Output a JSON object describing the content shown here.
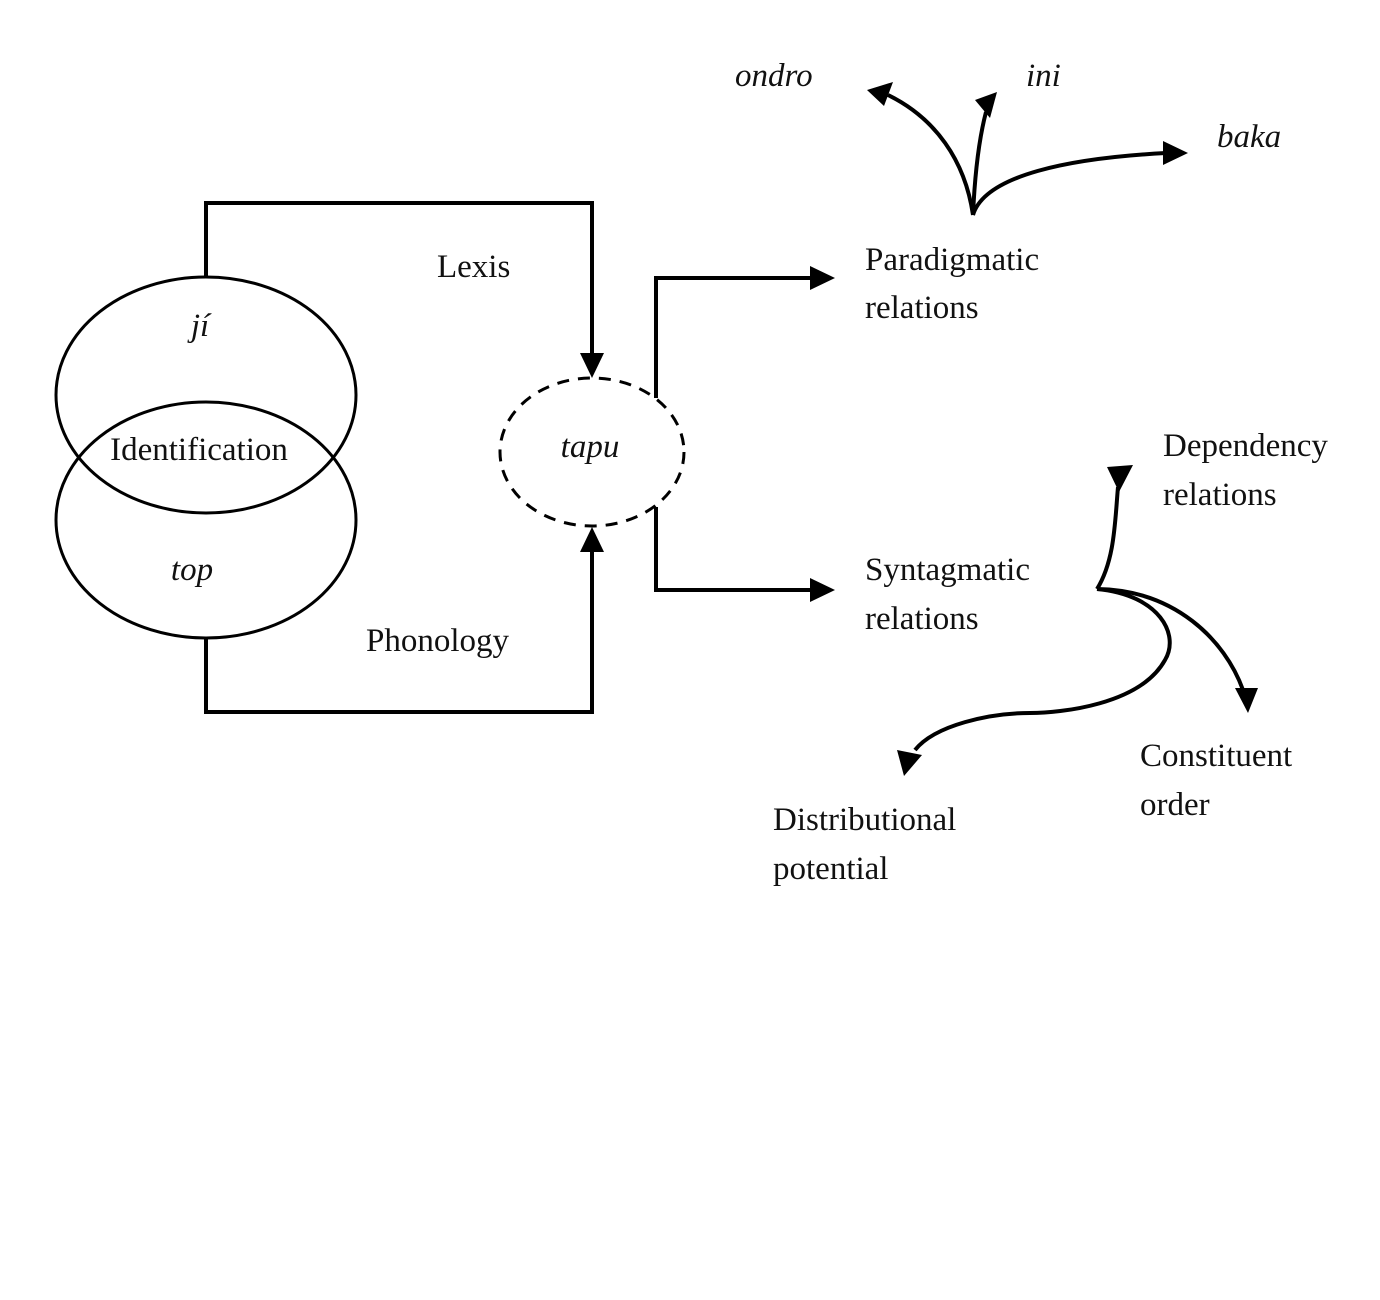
{
  "diagram": {
    "type": "linguistic-relations-diagram",
    "nodes": {
      "ji": "jí",
      "top": "top",
      "identification": "Identification",
      "lexis": "Lexis",
      "phonology": "Phonology",
      "tapu": "tapu",
      "paradigmatic": [
        "Paradigmatic",
        "relations"
      ],
      "syntagmatic": [
        "Syntagmatic",
        "relations"
      ],
      "ondro": "ondro",
      "ini": "ini",
      "baka": "baka",
      "dependency": [
        "Dependency",
        "relations"
      ],
      "constituent": [
        "Constituent",
        "order"
      ],
      "distributional": [
        "Distributional",
        "potential"
      ]
    },
    "edges": [
      {
        "from": "jí",
        "to": "tapu",
        "label": "Lexis"
      },
      {
        "from": "top",
        "to": "tapu",
        "label": "Phonology"
      },
      {
        "from": "tapu",
        "to": "Paradigmatic relations"
      },
      {
        "from": "tapu",
        "to": "Syntagmatic relations"
      },
      {
        "from": "Paradigmatic relations",
        "to": "ondro"
      },
      {
        "from": "Paradigmatic relations",
        "to": "ini"
      },
      {
        "from": "Paradigmatic relations",
        "to": "baka"
      },
      {
        "from": "Syntagmatic relations",
        "to": "Dependency relations"
      },
      {
        "from": "Syntagmatic relations",
        "to": "Constituent order"
      },
      {
        "from": "Syntagmatic relations",
        "to": "Distributional potential"
      }
    ]
  }
}
